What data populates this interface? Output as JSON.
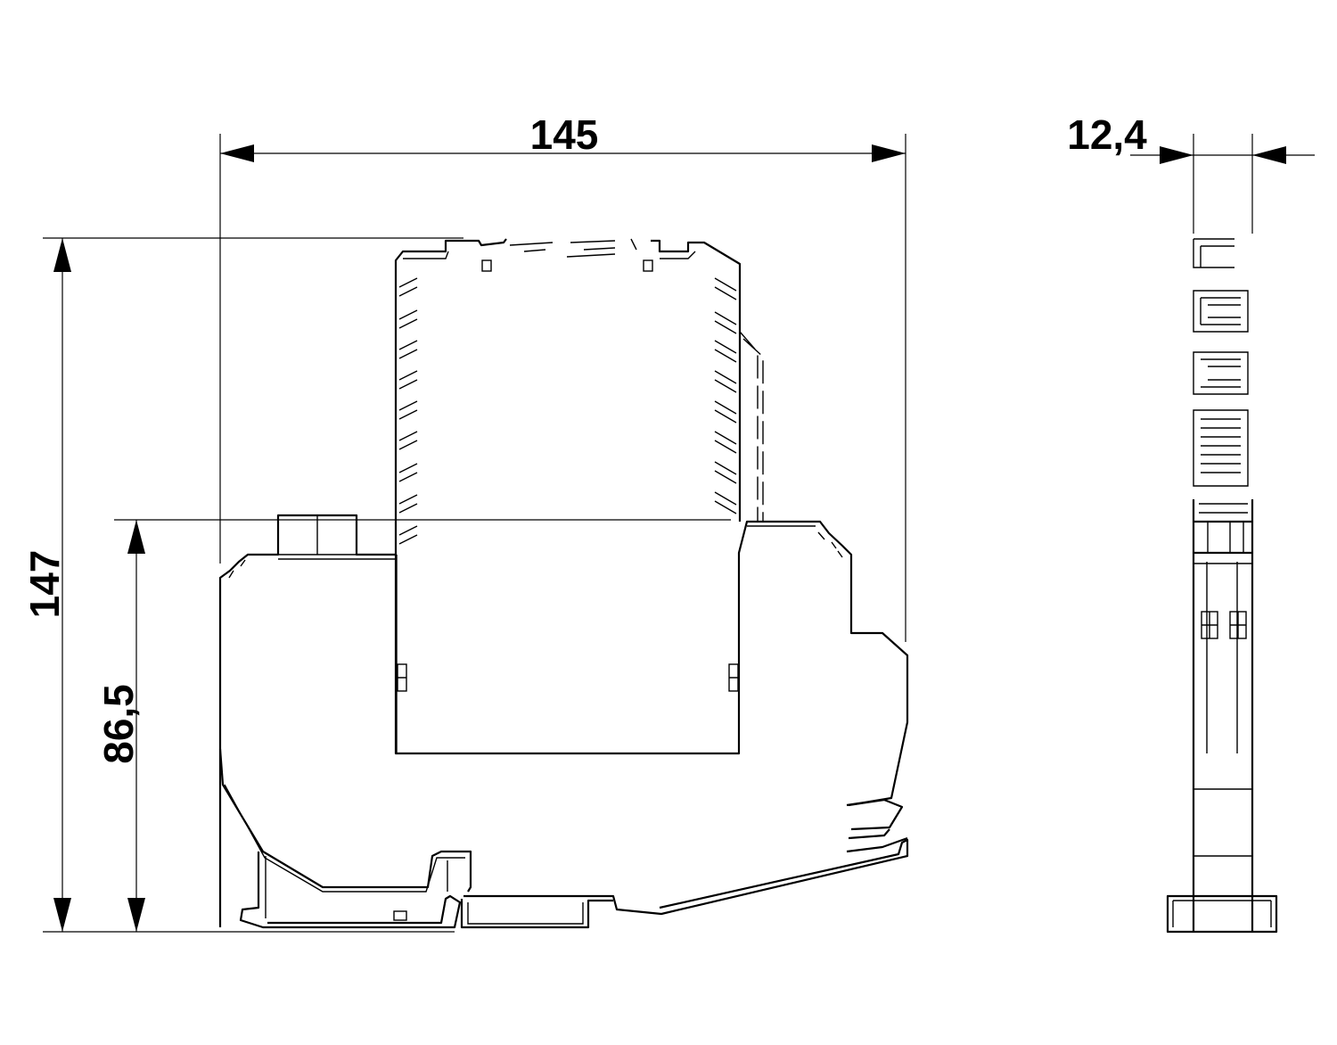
{
  "dimensions": {
    "width_label": "145",
    "thickness_label": "12,4",
    "height_label": "147",
    "rail_height_label": "86,5"
  }
}
